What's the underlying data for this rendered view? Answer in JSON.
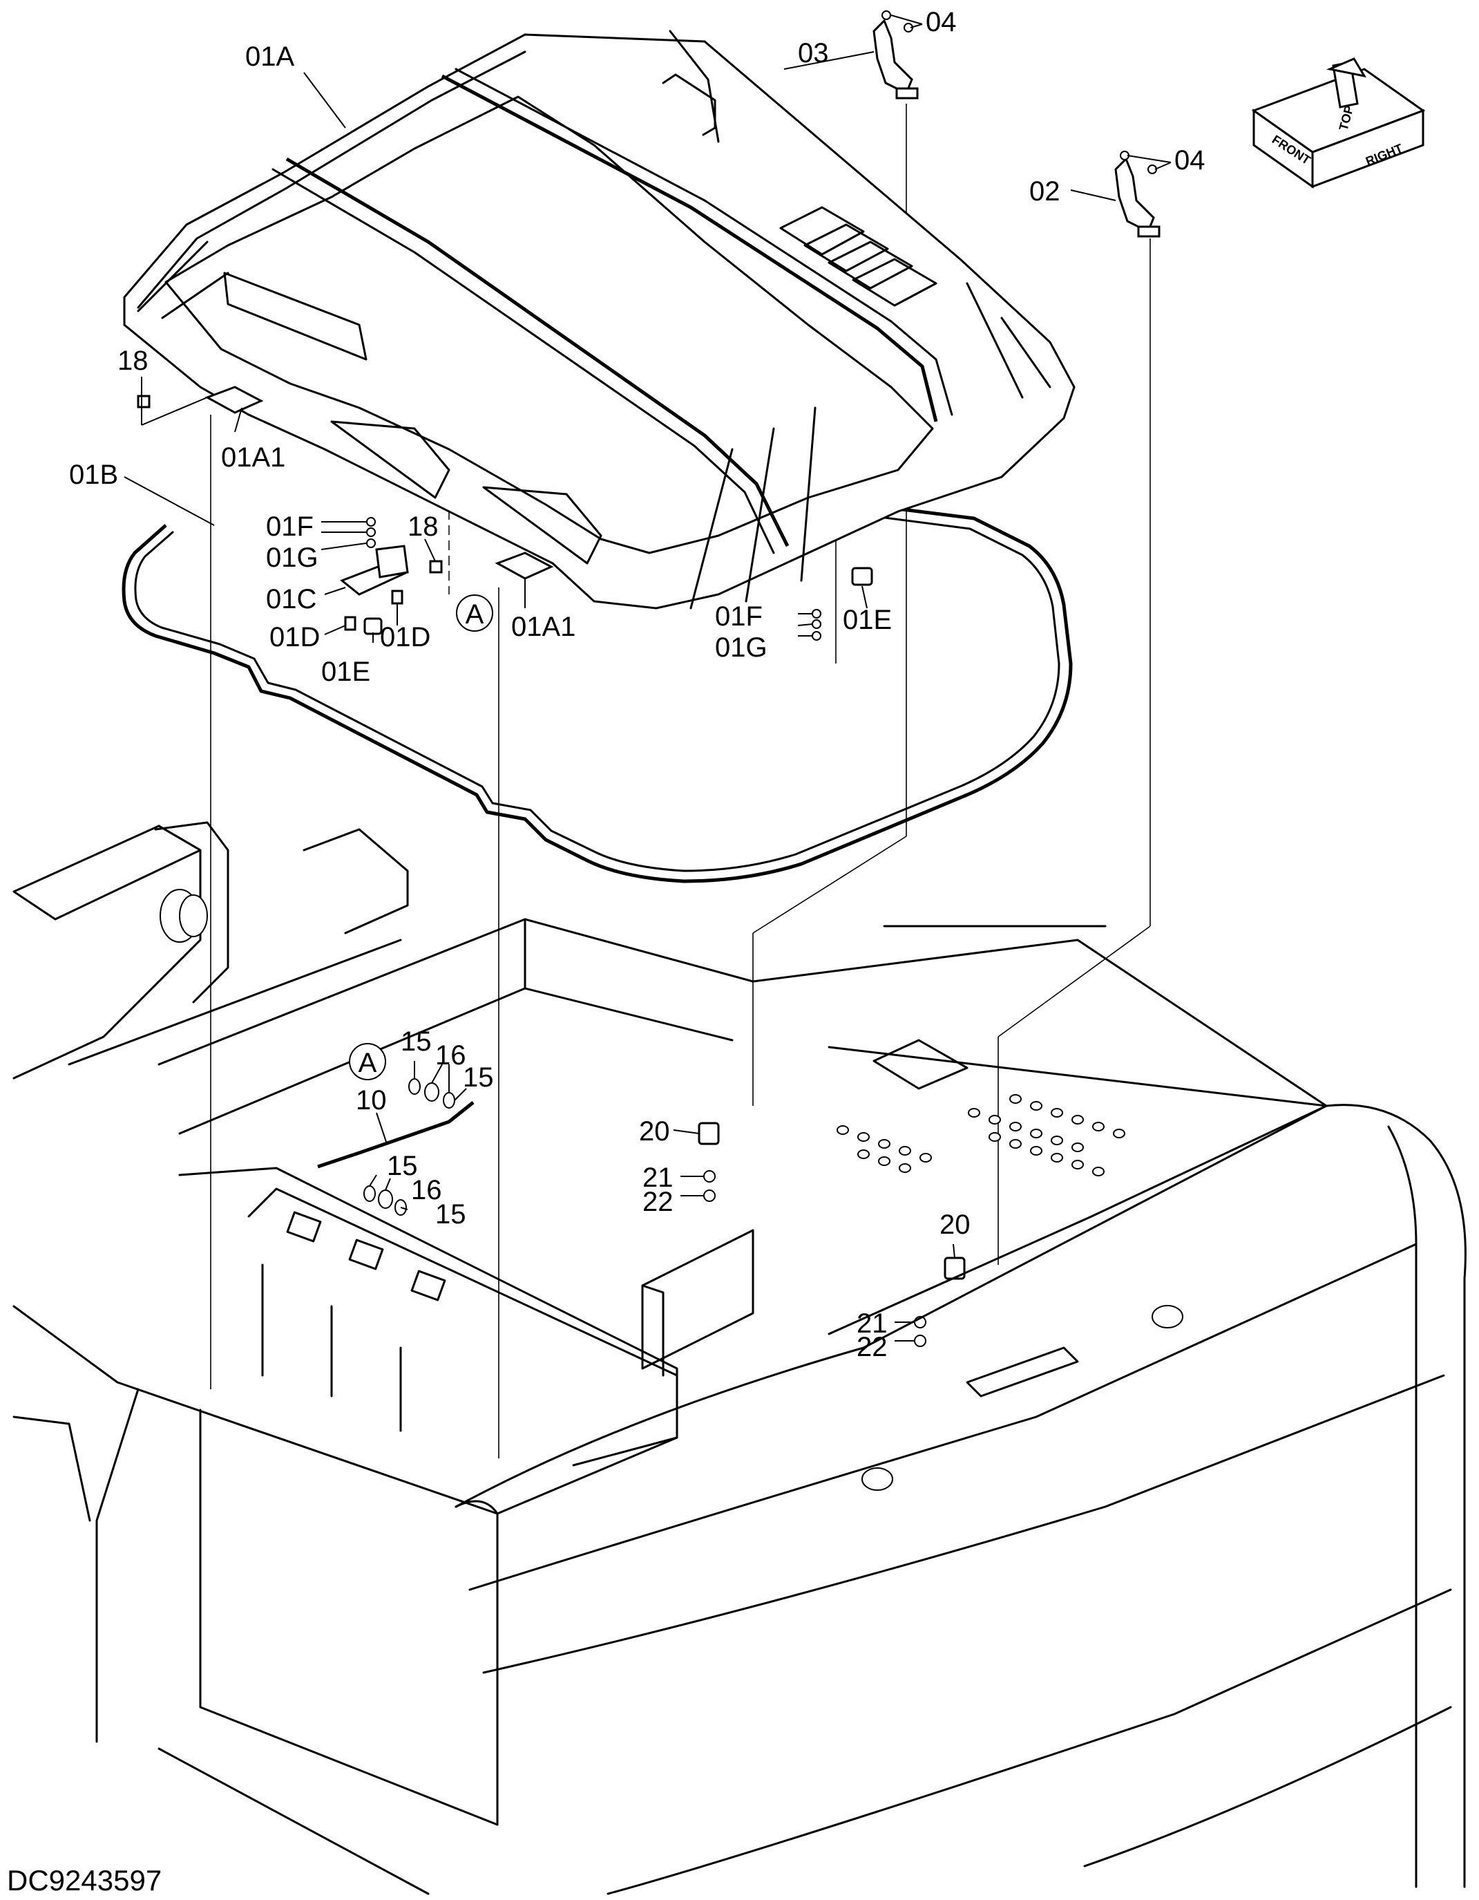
{
  "drawing_number": "DC9243597",
  "callouts": {
    "c01A": "01A",
    "c01A1_left": "01A1",
    "c01A1_right": "01A1",
    "c01B": "01B",
    "c01C": "01C",
    "c01D_left": "01D",
    "c01D_right": "01D",
    "c01E_left": "01E",
    "c01E_right": "01E",
    "c01F_left": "01F",
    "c01F_right": "01F",
    "c01G_left": "01G",
    "c01G_right": "01G",
    "c02": "02",
    "c03": "03",
    "c04_top": "04",
    "c04_mid": "04",
    "c10": "10",
    "c15_a": "15",
    "c15_b": "15",
    "c15_c": "15",
    "c15_d": "15",
    "c16_a": "16",
    "c16_b": "16",
    "c18_left": "18",
    "c18_mid": "18",
    "c20_a": "20",
    "c20_b": "20",
    "c21_a": "21",
    "c21_b": "21",
    "c22_a": "22",
    "c22_b": "22",
    "marker_A_top": "A",
    "marker_A_bottom": "A"
  },
  "orientation_cube": {
    "front": "FRONT",
    "top": "TOP",
    "right": "RIGHT"
  }
}
